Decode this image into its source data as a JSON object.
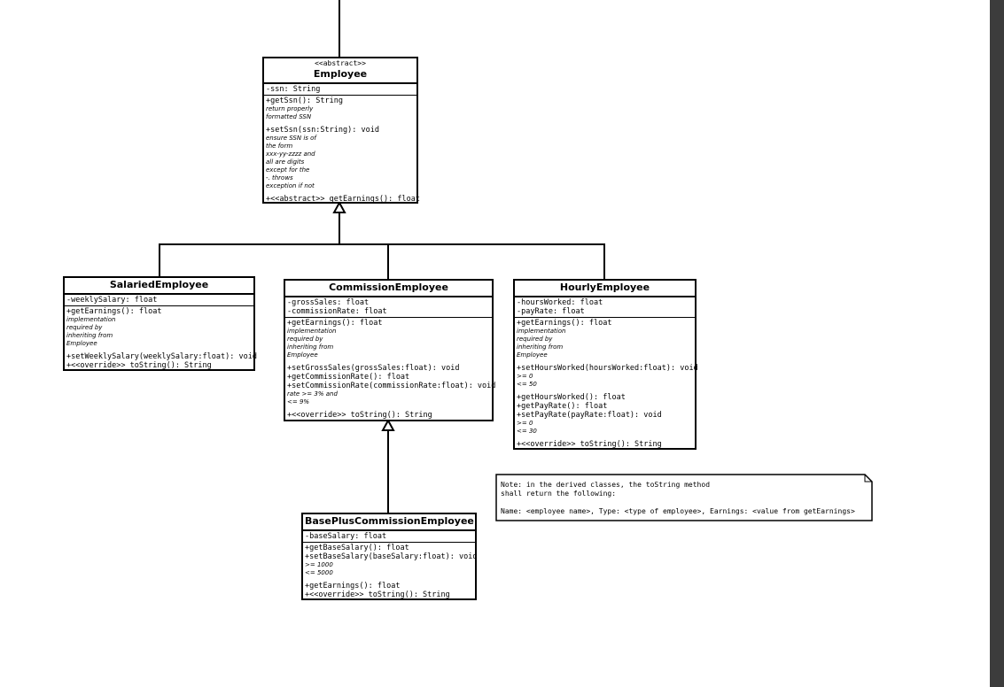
{
  "classes": {
    "employee": {
      "stereotype": "<<abstract>>",
      "name": "Employee",
      "attributes": [
        "-ssn: String"
      ],
      "operations": [
        {
          "sig": "+getSsn(): String",
          "notes": [
            "return properly",
            "formatted SSN"
          ]
        },
        {
          "sig": "+setSsn(ssn:String): void",
          "notes": [
            "ensure SSN is of",
            "the form",
            "xxx-yy-zzzz and",
            "all are digits",
            "except for the",
            "-. throws",
            "exception if not"
          ]
        },
        {
          "sig": "+<<abstract>> getEarnings(): float",
          "notes": []
        }
      ]
    },
    "salaried": {
      "name": "SalariedEmployee",
      "attributes": [
        "-weeklySalary: float"
      ],
      "operations": [
        {
          "sig": "+getEarnings(): float",
          "notes": [
            "implementation",
            "required by",
            "inheriting from",
            "Employee"
          ]
        },
        {
          "sig": "+setWeeklySalary(weeklySalary:float): void",
          "notes": []
        },
        {
          "sig": "+<<override>> toString(): String",
          "notes": []
        }
      ]
    },
    "commission": {
      "name": "CommissionEmployee",
      "attributes": [
        "-grossSales: float",
        "-commissionRate: float"
      ],
      "operations": [
        {
          "sig": "+getEarnings(): float",
          "notes": [
            "implementation",
            "required by",
            "inheriting from",
            "Employee"
          ]
        },
        {
          "sig": "+setGrossSales(grossSales:float): void",
          "notes": []
        },
        {
          "sig": "+getCommissionRate(): float",
          "notes": []
        },
        {
          "sig": "+setCommissionRate(commissionRate:float): void",
          "notes": [
            "rate >= 3% and",
            "<= 9%"
          ]
        },
        {
          "sig": "+<<override>> toString(): String",
          "notes": []
        }
      ]
    },
    "hourly": {
      "name": "HourlyEmployee",
      "attributes": [
        "-hoursWorked: float",
        "-payRate: float"
      ],
      "operations": [
        {
          "sig": "+getEarnings(): float",
          "notes": [
            "implementation",
            "required by",
            "inheriting from",
            "Employee"
          ]
        },
        {
          "sig": "+setHoursWorked(hoursWorked:float): void",
          "notes": [
            ">= 0",
            "<= 50"
          ]
        },
        {
          "sig": "+getHoursWorked(): float",
          "notes": []
        },
        {
          "sig": "+getPayRate(): float",
          "notes": []
        },
        {
          "sig": "+setPayRate(payRate:float): void",
          "notes": [
            ">= 0",
            "<= 30"
          ]
        },
        {
          "sig": "+<<override>> toString(): String",
          "notes": []
        }
      ]
    },
    "basePlus": {
      "name": "BasePlusCommissionEmployee",
      "attributes": [
        "-baseSalary: float"
      ],
      "operations": [
        {
          "sig": "+getBaseSalary(): float",
          "notes": []
        },
        {
          "sig": "+setBaseSalary(baseSalary:float): void",
          "notes": [
            ">= 1000",
            "<= 5000"
          ]
        },
        {
          "sig": "+getEarnings(): float",
          "notes": []
        },
        {
          "sig": "+<<override>> toString(): String",
          "notes": []
        }
      ]
    }
  },
  "note": {
    "lines": [
      "Note: in the derived classes, the toString method",
      "shall return the following:",
      "",
      "Name: <employee name>, Type: <type of employee>, Earnings: <value from getEarnings>"
    ]
  }
}
